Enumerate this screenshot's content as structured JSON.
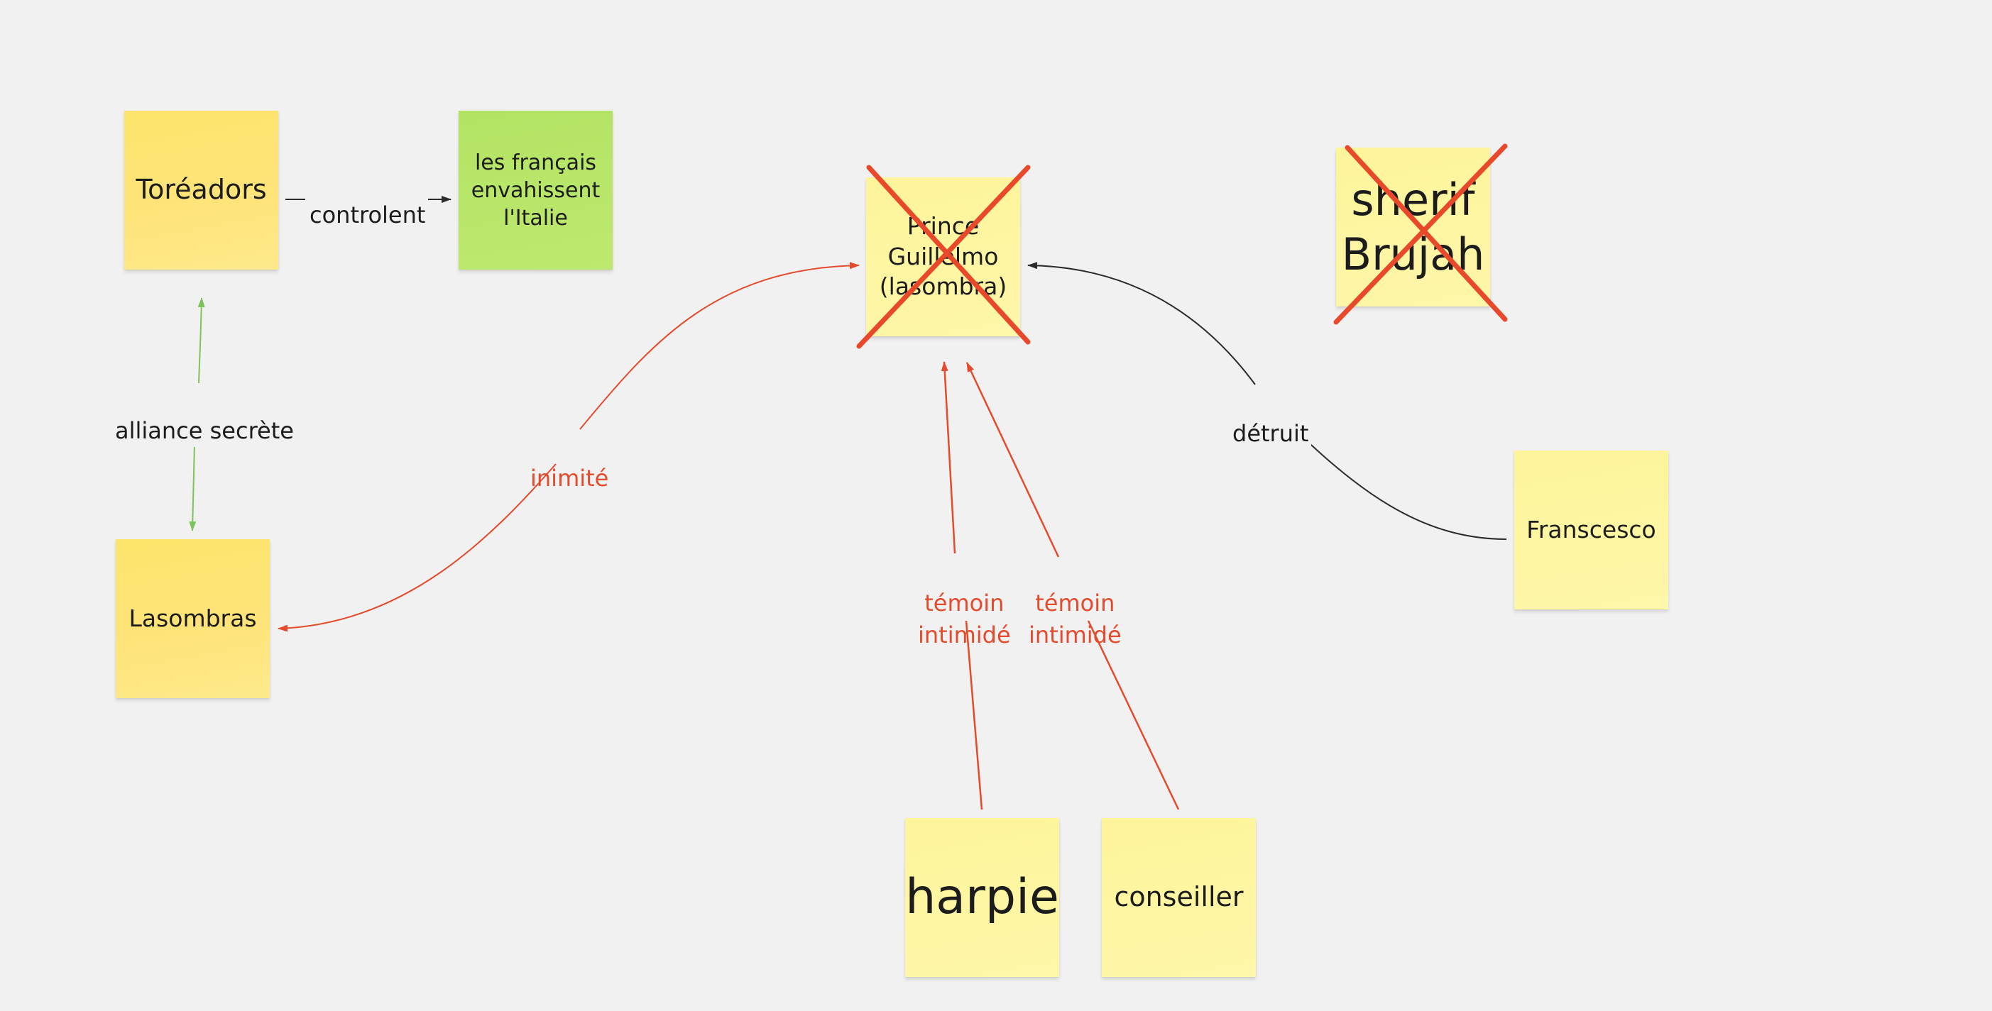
{
  "board": {
    "background": "#f2f1f1",
    "colors": {
      "note_yellow_dark": "#fee47a",
      "note_yellow_light": "#fef6a3",
      "note_green": "#bde96f",
      "connector_red": "#e44b2c",
      "connector_green": "#7cc35a",
      "connector_dark": "#2b2b2b",
      "strike_red": "#e8492b"
    }
  },
  "notes": {
    "toreadors": "Toréadors",
    "francais": "les français\nenvahissent\nl'Italie",
    "prince": "Prince\nGuillelmo\n(lasombra)",
    "sherif": "sherif\nBrujah",
    "lasombras": "Lasombras",
    "franscesco": "Franscesco",
    "harpie": "harpie",
    "conseiller": "conseiller"
  },
  "connectors": {
    "controlent": "controlent",
    "alliance": "alliance secrète",
    "inimite": "inimité",
    "detruit": "détruit",
    "temoin_1": "témoin\nintimidé",
    "temoin_2": "témoin\nintimidé"
  },
  "icons": {
    "strike": "strike-through-x-icon",
    "arrowhead": "arrowhead-icon"
  }
}
